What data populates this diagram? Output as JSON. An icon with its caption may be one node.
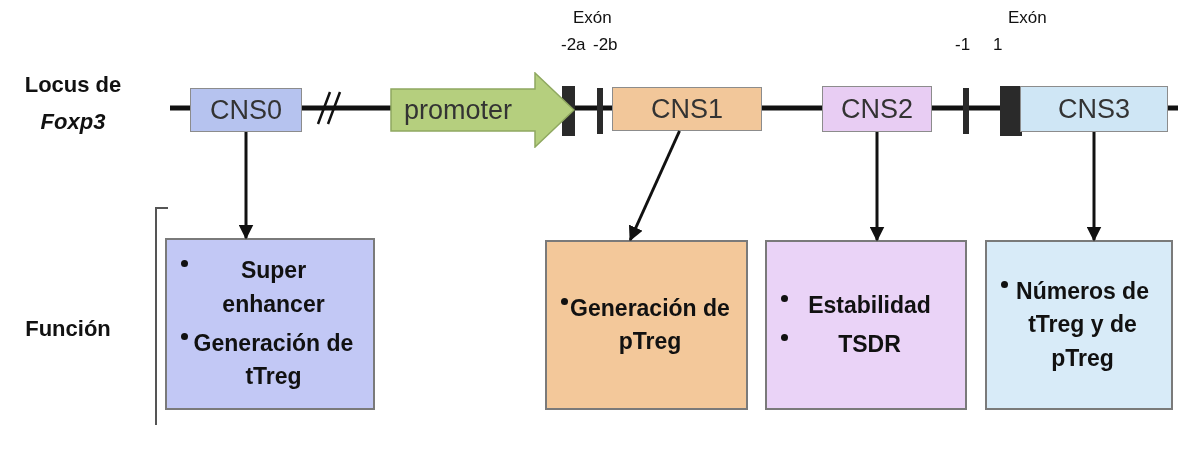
{
  "diagram": {
    "nodes": [
      {
        "text": [
          "CNS0"
        ]
      },
      {
        "text": [
          "promoter"
        ]
      },
      {
        "text": [
          "CNS1"
        ]
      },
      {
        "text": [
          "CNS2"
        ]
      },
      {
        "text": [
          "CNS3"
        ]
      },
      {
        "text": [
          "Super enhancer",
          "Generación de tTreg"
        ]
      },
      {
        "text": [
          "Generación de pTreg"
        ]
      },
      {
        "text": [
          "Estabilidad",
          "TSDR"
        ]
      },
      {
        "text": [
          "Números de tTreg y de pTreg"
        ]
      }
    ],
    "edges": [
      {
        "from": 0,
        "to": 5,
        "arrow": "to"
      },
      {
        "from": 2,
        "to": 6,
        "arrow": "to"
      },
      {
        "from": 3,
        "to": 7,
        "arrow": "to"
      },
      {
        "from": 4,
        "to": 8,
        "arrow": "to"
      }
    ],
    "labels": [
      "Exón",
      "-2a",
      "-2b",
      "Exón",
      "-1",
      "1",
      "Locus de *Foxp3*",
      "Función"
    ]
  }
}
